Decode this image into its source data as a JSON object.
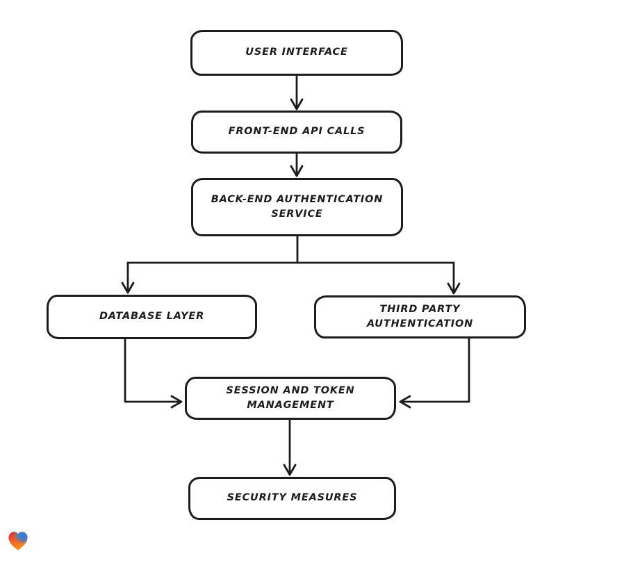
{
  "diagram": {
    "background_color": "#ffffff",
    "stroke_color": "#1c1c1c",
    "node_fill_color": "#ffffff",
    "nodes": [
      {
        "id": "user-interface",
        "label": "USER INTERFACE"
      },
      {
        "id": "front-end-api-calls",
        "label": "FRONT-END API CALLS"
      },
      {
        "id": "back-end-auth-service",
        "label": "BACK-END AUTHENTICATION\nSERVICE"
      },
      {
        "id": "database-layer",
        "label": "DATABASE LAYER"
      },
      {
        "id": "third-party-authentication",
        "label": "THIRD PARTY AUTHENTICATION"
      },
      {
        "id": "session-token-management",
        "label": "SESSION AND TOKEN\nMANAGEMENT"
      },
      {
        "id": "security-measures",
        "label": "SECURITY MEASURES"
      }
    ],
    "edges": [
      {
        "from": "user-interface",
        "to": "front-end-api-calls"
      },
      {
        "from": "front-end-api-calls",
        "to": "back-end-auth-service"
      },
      {
        "from": "back-end-auth-service",
        "to": "database-layer"
      },
      {
        "from": "back-end-auth-service",
        "to": "third-party-authentication"
      },
      {
        "from": "database-layer",
        "to": "session-token-management"
      },
      {
        "from": "third-party-authentication",
        "to": "session-token-management"
      },
      {
        "from": "session-token-management",
        "to": "security-measures"
      }
    ]
  },
  "logo": {
    "icon": "heart-icon",
    "gradient_colors": {
      "red": "#e3273a",
      "teal": "#3fae7a",
      "blue": "#2f7de0",
      "orange": "#f7941d"
    }
  }
}
